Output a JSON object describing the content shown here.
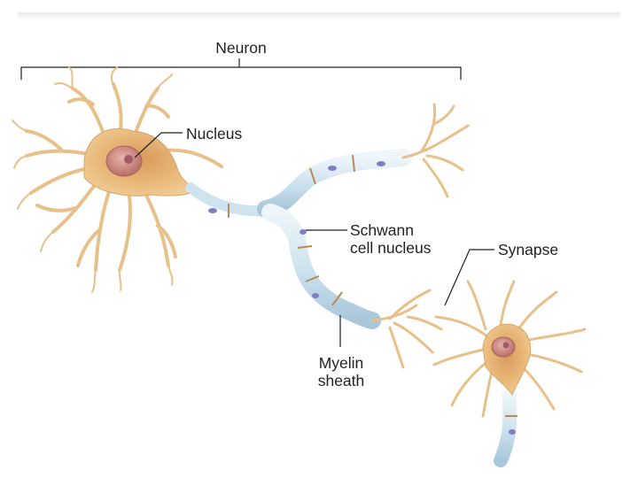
{
  "labels": {
    "neuron": "Neuron",
    "nucleus": "Nucleus",
    "schwann_line1": "Schwann",
    "schwann_line2": "cell nucleus",
    "synapse": "Synapse",
    "myelin_line1": "Myelin",
    "myelin_line2": "sheath"
  },
  "colors": {
    "cell_body": "#e8b878",
    "cell_core": "#c98f52",
    "dendrite": "#e7c08a",
    "nucleus": "#c9827a",
    "myelin": "#cfe3ef",
    "myelin_edge": "#8fb3c9",
    "schwann_nucleus": "#7f7fc2",
    "leader_line": "#222222"
  }
}
